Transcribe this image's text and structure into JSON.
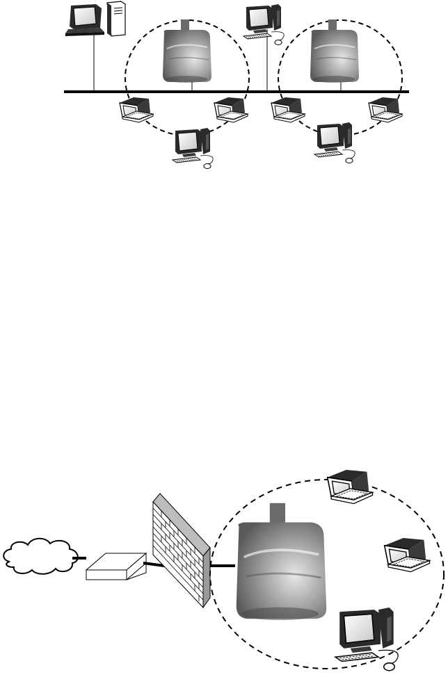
{
  "diagrams": [
    {
      "id": "wireless-lan-extension",
      "elements": {
        "backbone": "ethernet-backbone",
        "server": "desktop-server",
        "access_points": [
          "access-point",
          "access-point"
        ],
        "wired_client": "desktop-computer",
        "cell_1_clients": [
          "laptop",
          "laptop",
          "desktop-computer"
        ],
        "cell_2_clients": [
          "laptop",
          "laptop",
          "desktop-computer"
        ]
      }
    },
    {
      "id": "internet-firewall-wlan",
      "elements": {
        "cloud": "internet-cloud",
        "router": "router-box",
        "firewall": "brick-firewall",
        "access_point": "access-point",
        "clients": [
          "laptop",
          "laptop",
          "desktop-computer"
        ]
      }
    }
  ],
  "colors": {
    "line": "#000000",
    "device_dark": "#2a2a2a",
    "device_mid": "#7a7a7a",
    "device_light": "#d0d0d0",
    "background": "#ffffff"
  }
}
